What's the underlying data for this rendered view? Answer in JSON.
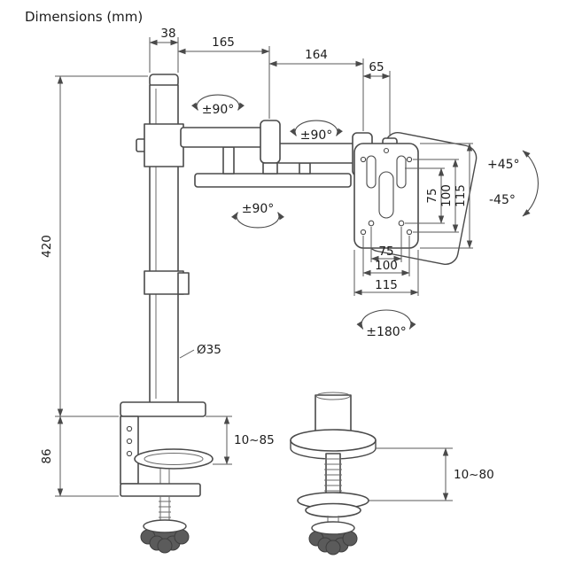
{
  "title": "Dimensions (mm)",
  "colors": {
    "line": "#4a4a4a",
    "dim_line": "#5a5a5a",
    "text": "#1c1c1c",
    "background": "#ffffff"
  },
  "dimensions": {
    "top": {
      "pole_width": "38",
      "arm_segment_1": "165",
      "arm_segment_2": "164",
      "vesa_offset": "65"
    },
    "left": {
      "pole_height": "420",
      "clamp_height": "86"
    },
    "pole": {
      "diameter": "Ø35"
    },
    "clamp": {
      "thickness_range": "10~85"
    },
    "grommet": {
      "thickness_range": "10~80"
    },
    "vesa_vertical": {
      "hole_75": "75",
      "hole_100": "100",
      "plate_115": "115"
    },
    "vesa_horizontal": {
      "hole_75": "75",
      "hole_100": "100",
      "plate_115": "115"
    }
  },
  "rotations": {
    "pole_swivel": "±90°",
    "arm_swivel": "±90°",
    "forearm_swivel": "±90°",
    "vesa_rotate": "±180°",
    "tilt_up": "+45°",
    "tilt_down": "-45°"
  }
}
